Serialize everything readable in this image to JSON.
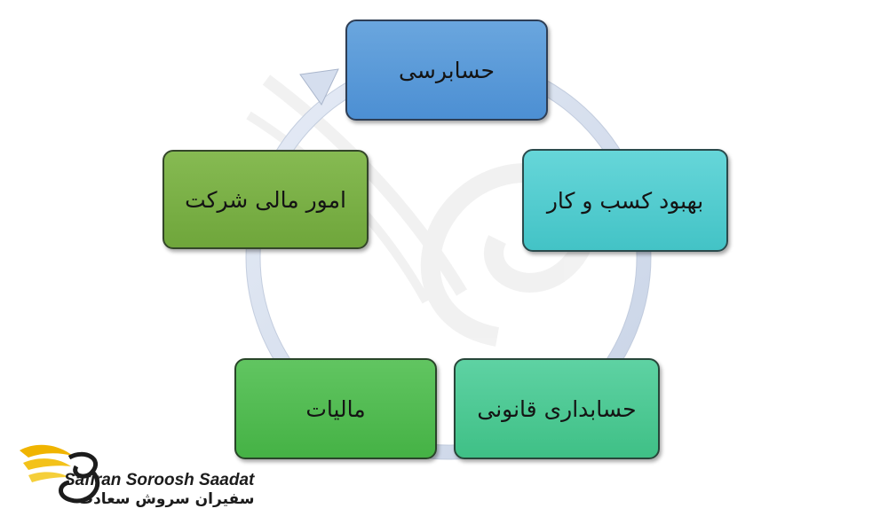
{
  "diagram": {
    "nodes": [
      {
        "label": "حسابرسی",
        "color": "#5b9bd5"
      },
      {
        "label": "بهبود کسب و کار",
        "color": "#4bc8cb"
      },
      {
        "label": "حسابداری قانونی",
        "color": "#46c58f"
      },
      {
        "label": "مالیات",
        "color": "#4eb84e"
      },
      {
        "label": "امور مالی شرکت",
        "color": "#78ad45"
      }
    ],
    "ring_color": "#cfd9ea",
    "flow": "clockwise"
  },
  "logo": {
    "latin": "Safiran Soroosh Saadat",
    "persian": "سفیران سروش سعادت",
    "brand_color": "#f0b400"
  }
}
